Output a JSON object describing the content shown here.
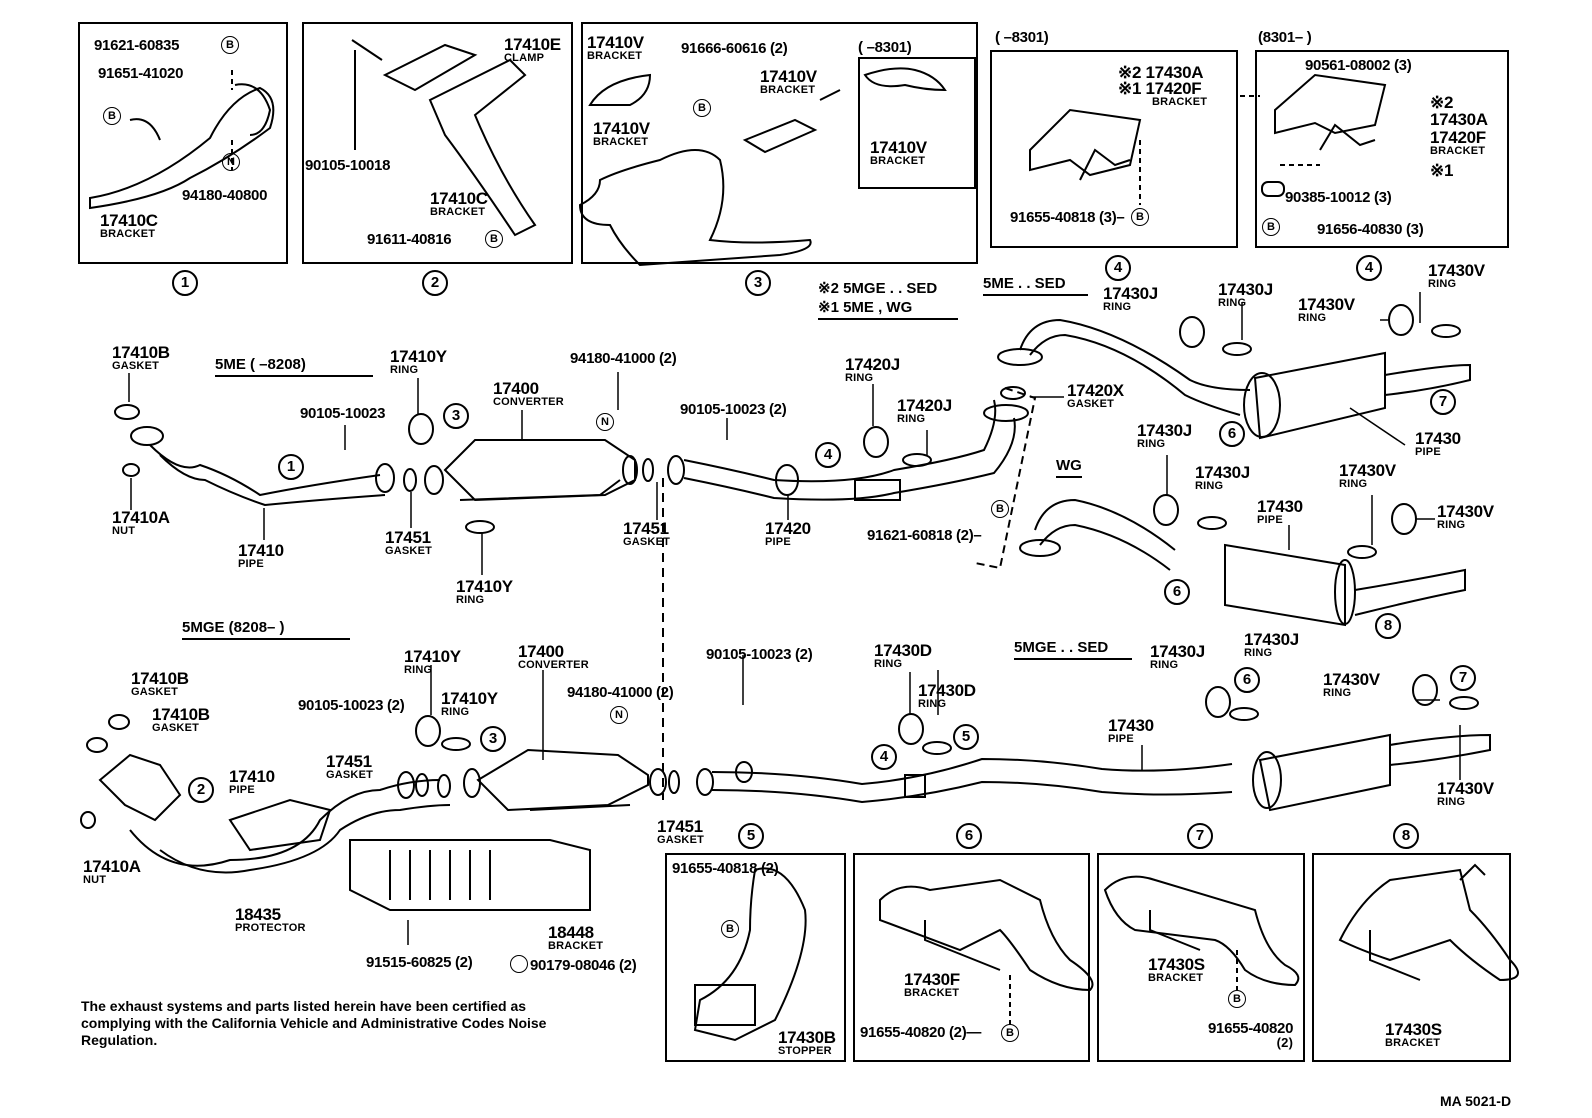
{
  "diagram": {
    "code": "MA 5021-D",
    "disclaimer": "The exhaust systems and parts listed herein have been certified as complying with the California Vehicle and Administrative Codes Noise Regulation.",
    "legend": {
      "mark2": "※2 5MGE . . SED",
      "mark1": "※1 5ME , WG"
    },
    "variants": {
      "v5me_8208": "5ME (        –8208)",
      "v5mge_8208": "5MGE (8208–        )",
      "v5me_sed": "5ME . . SED",
      "wg": "WG",
      "v5mge_sed": "5MGE . . SED"
    },
    "callouts": [
      "1",
      "2",
      "3",
      "4",
      "5",
      "6",
      "7",
      "8"
    ],
    "fastener_marks": {
      "B": "B",
      "N": "N"
    },
    "insets": {
      "inset1": {
        "num": "1",
        "parts": [
          {
            "no": "91621-60835",
            "name": ""
          },
          {
            "no": "91651-41020",
            "name": ""
          },
          {
            "no": "94180-40800",
            "name": ""
          },
          {
            "no": "17410C",
            "name": "BRACKET"
          }
        ]
      },
      "inset2": {
        "num": "2",
        "parts": [
          {
            "no": "17410E",
            "name": "CLAMP"
          },
          {
            "no": "90105-10018",
            "name": ""
          },
          {
            "no": "17410C",
            "name": "BRACKET"
          },
          {
            "no": "91611-40816",
            "name": ""
          }
        ]
      },
      "inset3": {
        "num": "3",
        "range": "(        –8301)",
        "parts": [
          {
            "no": "17410V",
            "name": "BRACKET"
          },
          {
            "no": "91666-60616 (2)",
            "name": ""
          },
          {
            "no": "17410V",
            "name": "BRACKET"
          },
          {
            "no": "17410V",
            "name": "BRACKET"
          },
          {
            "no": "17410V",
            "name": "BRACKET"
          }
        ]
      },
      "inset4a": {
        "num": "4",
        "range": "(        –8301)",
        "parts": [
          {
            "no": "※2 17430A",
            "name": ""
          },
          {
            "no": "※1 17420F",
            "name": "BRACKET"
          },
          {
            "no": "91655-40818 (3)–",
            "name": ""
          }
        ]
      },
      "inset4b": {
        "num": "4",
        "range": "(8301–        )",
        "parts": [
          {
            "no": "90561-08002 (3)",
            "name": ""
          },
          {
            "no": "※2",
            "name": ""
          },
          {
            "no": "17430A",
            "name": ""
          },
          {
            "no": "17420F",
            "name": "BRACKET"
          },
          {
            "no": "※1",
            "name": ""
          },
          {
            "no": "90385-10012 (3)",
            "name": ""
          },
          {
            "no": "91656-40830 (3)",
            "name": ""
          }
        ]
      },
      "inset5": {
        "num": "5",
        "parts": [
          {
            "no": "91655-40818 (2)",
            "name": ""
          },
          {
            "no": "17430B",
            "name": "STOPPER"
          }
        ]
      },
      "inset6": {
        "num": "6",
        "parts": [
          {
            "no": "17430F",
            "name": "BRACKET"
          },
          {
            "no": "91655-40820 (2)—",
            "name": ""
          }
        ]
      },
      "inset7": {
        "num": "7",
        "parts": [
          {
            "no": "17430S",
            "name": "BRACKET"
          },
          {
            "no": "91655-40820",
            "name": "(2)"
          }
        ]
      },
      "inset8": {
        "num": "8",
        "parts": [
          {
            "no": "17430S",
            "name": "BRACKET"
          }
        ]
      }
    },
    "upper_system": [
      {
        "no": "17410B",
        "name": "GASKET"
      },
      {
        "no": "17410A",
        "name": "NUT"
      },
      {
        "no": "17410",
        "name": "PIPE"
      },
      {
        "no": "90105-10023",
        "name": ""
      },
      {
        "no": "17410Y",
        "name": "RING"
      },
      {
        "no": "17451",
        "name": "GASKET"
      },
      {
        "no": "17400",
        "name": "CONVERTER"
      },
      {
        "no": "17410Y",
        "name": "RING"
      },
      {
        "no": "94180-41000 (2)",
        "name": ""
      },
      {
        "no": "17451",
        "name": "GASKET"
      },
      {
        "no": "90105-10023 (2)",
        "name": ""
      },
      {
        "no": "17420",
        "name": "PIPE"
      },
      {
        "no": "17420J",
        "name": "RING"
      },
      {
        "no": "17420J",
        "name": "RING"
      },
      {
        "no": "91621-60818 (2)–",
        "name": ""
      },
      {
        "no": "17420X",
        "name": "GASKET"
      }
    ],
    "rear_sed": [
      {
        "no": "17430J",
        "name": "RING"
      },
      {
        "no": "17430J",
        "name": "RING"
      },
      {
        "no": "17430V",
        "name": "RING"
      },
      {
        "no": "17430V",
        "name": "RING"
      },
      {
        "no": "17430",
        "name": "PIPE"
      }
    ],
    "rear_wg": [
      {
        "no": "17430J",
        "name": "RING"
      },
      {
        "no": "17430J",
        "name": "RING"
      },
      {
        "no": "17430",
        "name": "PIPE"
      },
      {
        "no": "17430V",
        "name": "RING"
      },
      {
        "no": "17430V",
        "name": "RING"
      }
    ],
    "lower_system": [
      {
        "no": "17410B",
        "name": "GASKET"
      },
      {
        "no": "17410B",
        "name": "GASKET"
      },
      {
        "no": "17410A",
        "name": "NUT"
      },
      {
        "no": "17410",
        "name": "PIPE"
      },
      {
        "no": "90105-10023 (2)",
        "name": ""
      },
      {
        "no": "17410Y",
        "name": "RING"
      },
      {
        "no": "17410Y",
        "name": "RING"
      },
      {
        "no": "17451",
        "name": "GASKET"
      },
      {
        "no": "17400",
        "name": "CONVERTER"
      },
      {
        "no": "94180-41000 (2)",
        "name": ""
      },
      {
        "no": "17451",
        "name": "GASKET"
      },
      {
        "no": "90105-10023 (2)",
        "name": ""
      },
      {
        "no": "18435",
        "name": "PROTECTOR"
      },
      {
        "no": "91515-60825 (2)",
        "name": ""
      },
      {
        "no": "18448",
        "name": "BRACKET"
      },
      {
        "no": "90179-08046 (2)",
        "name": ""
      },
      {
        "no": "17430D",
        "name": "RING"
      },
      {
        "no": "17430D",
        "name": "RING"
      }
    ],
    "rear_5mge_sed": [
      {
        "no": "17430J",
        "name": "RING"
      },
      {
        "no": "17430J",
        "name": "RING"
      },
      {
        "no": "17430",
        "name": "PIPE"
      },
      {
        "no": "17430V",
        "name": "RING"
      },
      {
        "no": "17430V",
        "name": "RING"
      }
    ]
  }
}
